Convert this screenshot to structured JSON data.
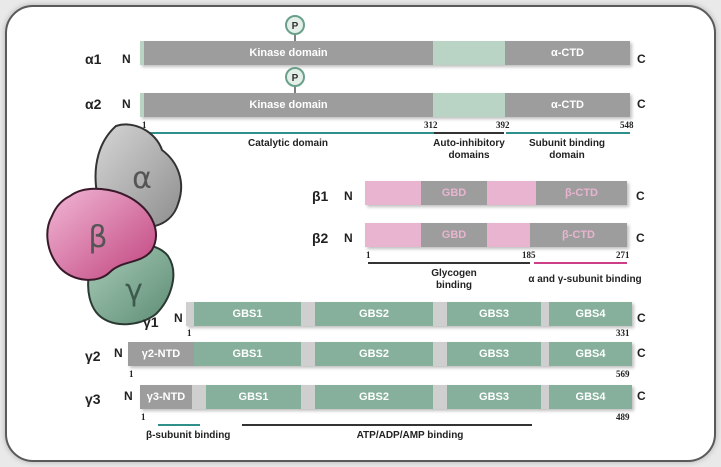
{
  "alpha": {
    "a1": {
      "name": "α1",
      "n": "N",
      "c": "C",
      "kinase": "Kinase domain",
      "ctd": "α-CTD",
      "p": "P"
    },
    "a2": {
      "name": "α2",
      "n": "N",
      "c": "C",
      "kinase": "Kinase domain",
      "ctd": "α-CTD",
      "p": "P"
    },
    "nums": {
      "n1": "1",
      "n312": "312",
      "n392": "392",
      "n548": "548"
    },
    "captions": {
      "catalytic": "Catalytic domain",
      "autoinhibitory": "Auto-inhibitory domains",
      "subunit_binding": "Subunit binding domain"
    }
  },
  "subunits": {
    "alpha": "α",
    "beta": "β",
    "gamma": "γ"
  },
  "beta": {
    "b1": {
      "name": "β1",
      "n": "N",
      "c": "C",
      "gbd": "GBD",
      "ctd": "β-CTD"
    },
    "b2": {
      "name": "β2",
      "n": "N",
      "c": "C",
      "gbd": "GBD",
      "ctd": "β-CTD"
    },
    "nums": {
      "n1": "1",
      "n185": "185",
      "n271": "271"
    },
    "captions": {
      "glycogen": "Glycogen binding",
      "ag_binding": "α and γ-subunit binding"
    }
  },
  "gamma": {
    "g1": {
      "name": "γ1",
      "n": "N",
      "c": "C",
      "gbs1": "GBS1",
      "gbs2": "GBS2",
      "gbs3": "GBS3",
      "gbs4": "GBS4",
      "start": "1",
      "end": "331"
    },
    "g2": {
      "name": "γ2",
      "n": "N",
      "c": "C",
      "ntd": "γ2-NTD",
      "gbs1": "GBS1",
      "gbs2": "GBS2",
      "gbs3": "GBS3",
      "gbs4": "GBS4",
      "start": "1",
      "end": "569"
    },
    "g3": {
      "name": "γ3",
      "n": "N",
      "c": "C",
      "ntd": "γ3-NTD",
      "gbs1": "GBS1",
      "gbs2": "GBS2",
      "gbs3": "GBS3",
      "gbs4": "GBS4",
      "start": "1",
      "end": "489"
    },
    "captions": {
      "beta_binding": "β-subunit binding",
      "nucleotide": "ATP/ADP/AMP binding"
    }
  },
  "colors": {
    "grey": "#9d9d9d",
    "lightgrey": "#cfcfcf",
    "green": "#86b09b",
    "palegreen": "#b9d4c5",
    "pink": "#e8b4cf",
    "teal": "#2f8f8a",
    "magenta": "#cc3f86"
  }
}
